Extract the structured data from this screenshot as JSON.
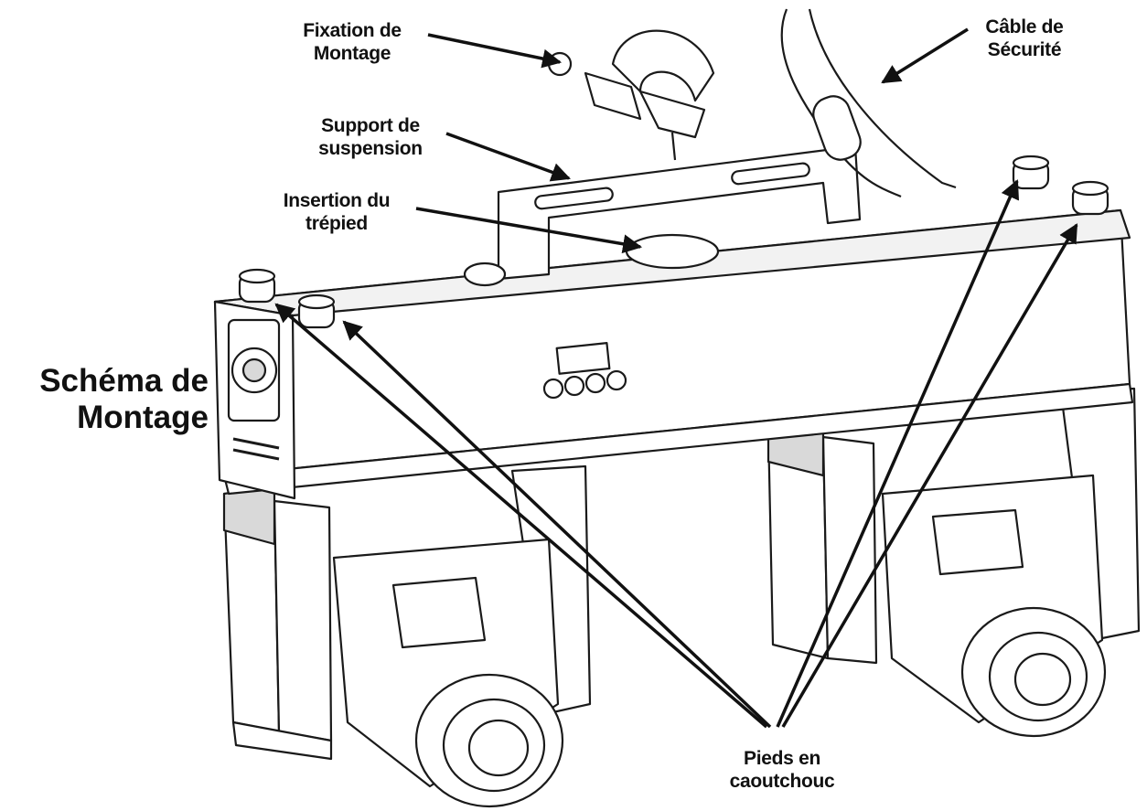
{
  "title": {
    "line1": "Schéma de",
    "line2": "Montage"
  },
  "labels": {
    "mounting_clamp": {
      "line1": "Fixation de",
      "line2": "Montage"
    },
    "safety_cable": {
      "line1": "Câble de",
      "line2": "Sécurité"
    },
    "hanging_bracket": {
      "line1": "Support de",
      "line2": "suspension"
    },
    "tripod_insert": {
      "line1": "Insertion du",
      "line2": "trépied"
    },
    "rubber_feet": {
      "line1": "Pieds en",
      "line2": "caoutchouc"
    }
  },
  "colors": {
    "line": "#1a1a1a",
    "fill": "#ffffff",
    "shade": "#d9d9d9",
    "text": "#111111"
  }
}
